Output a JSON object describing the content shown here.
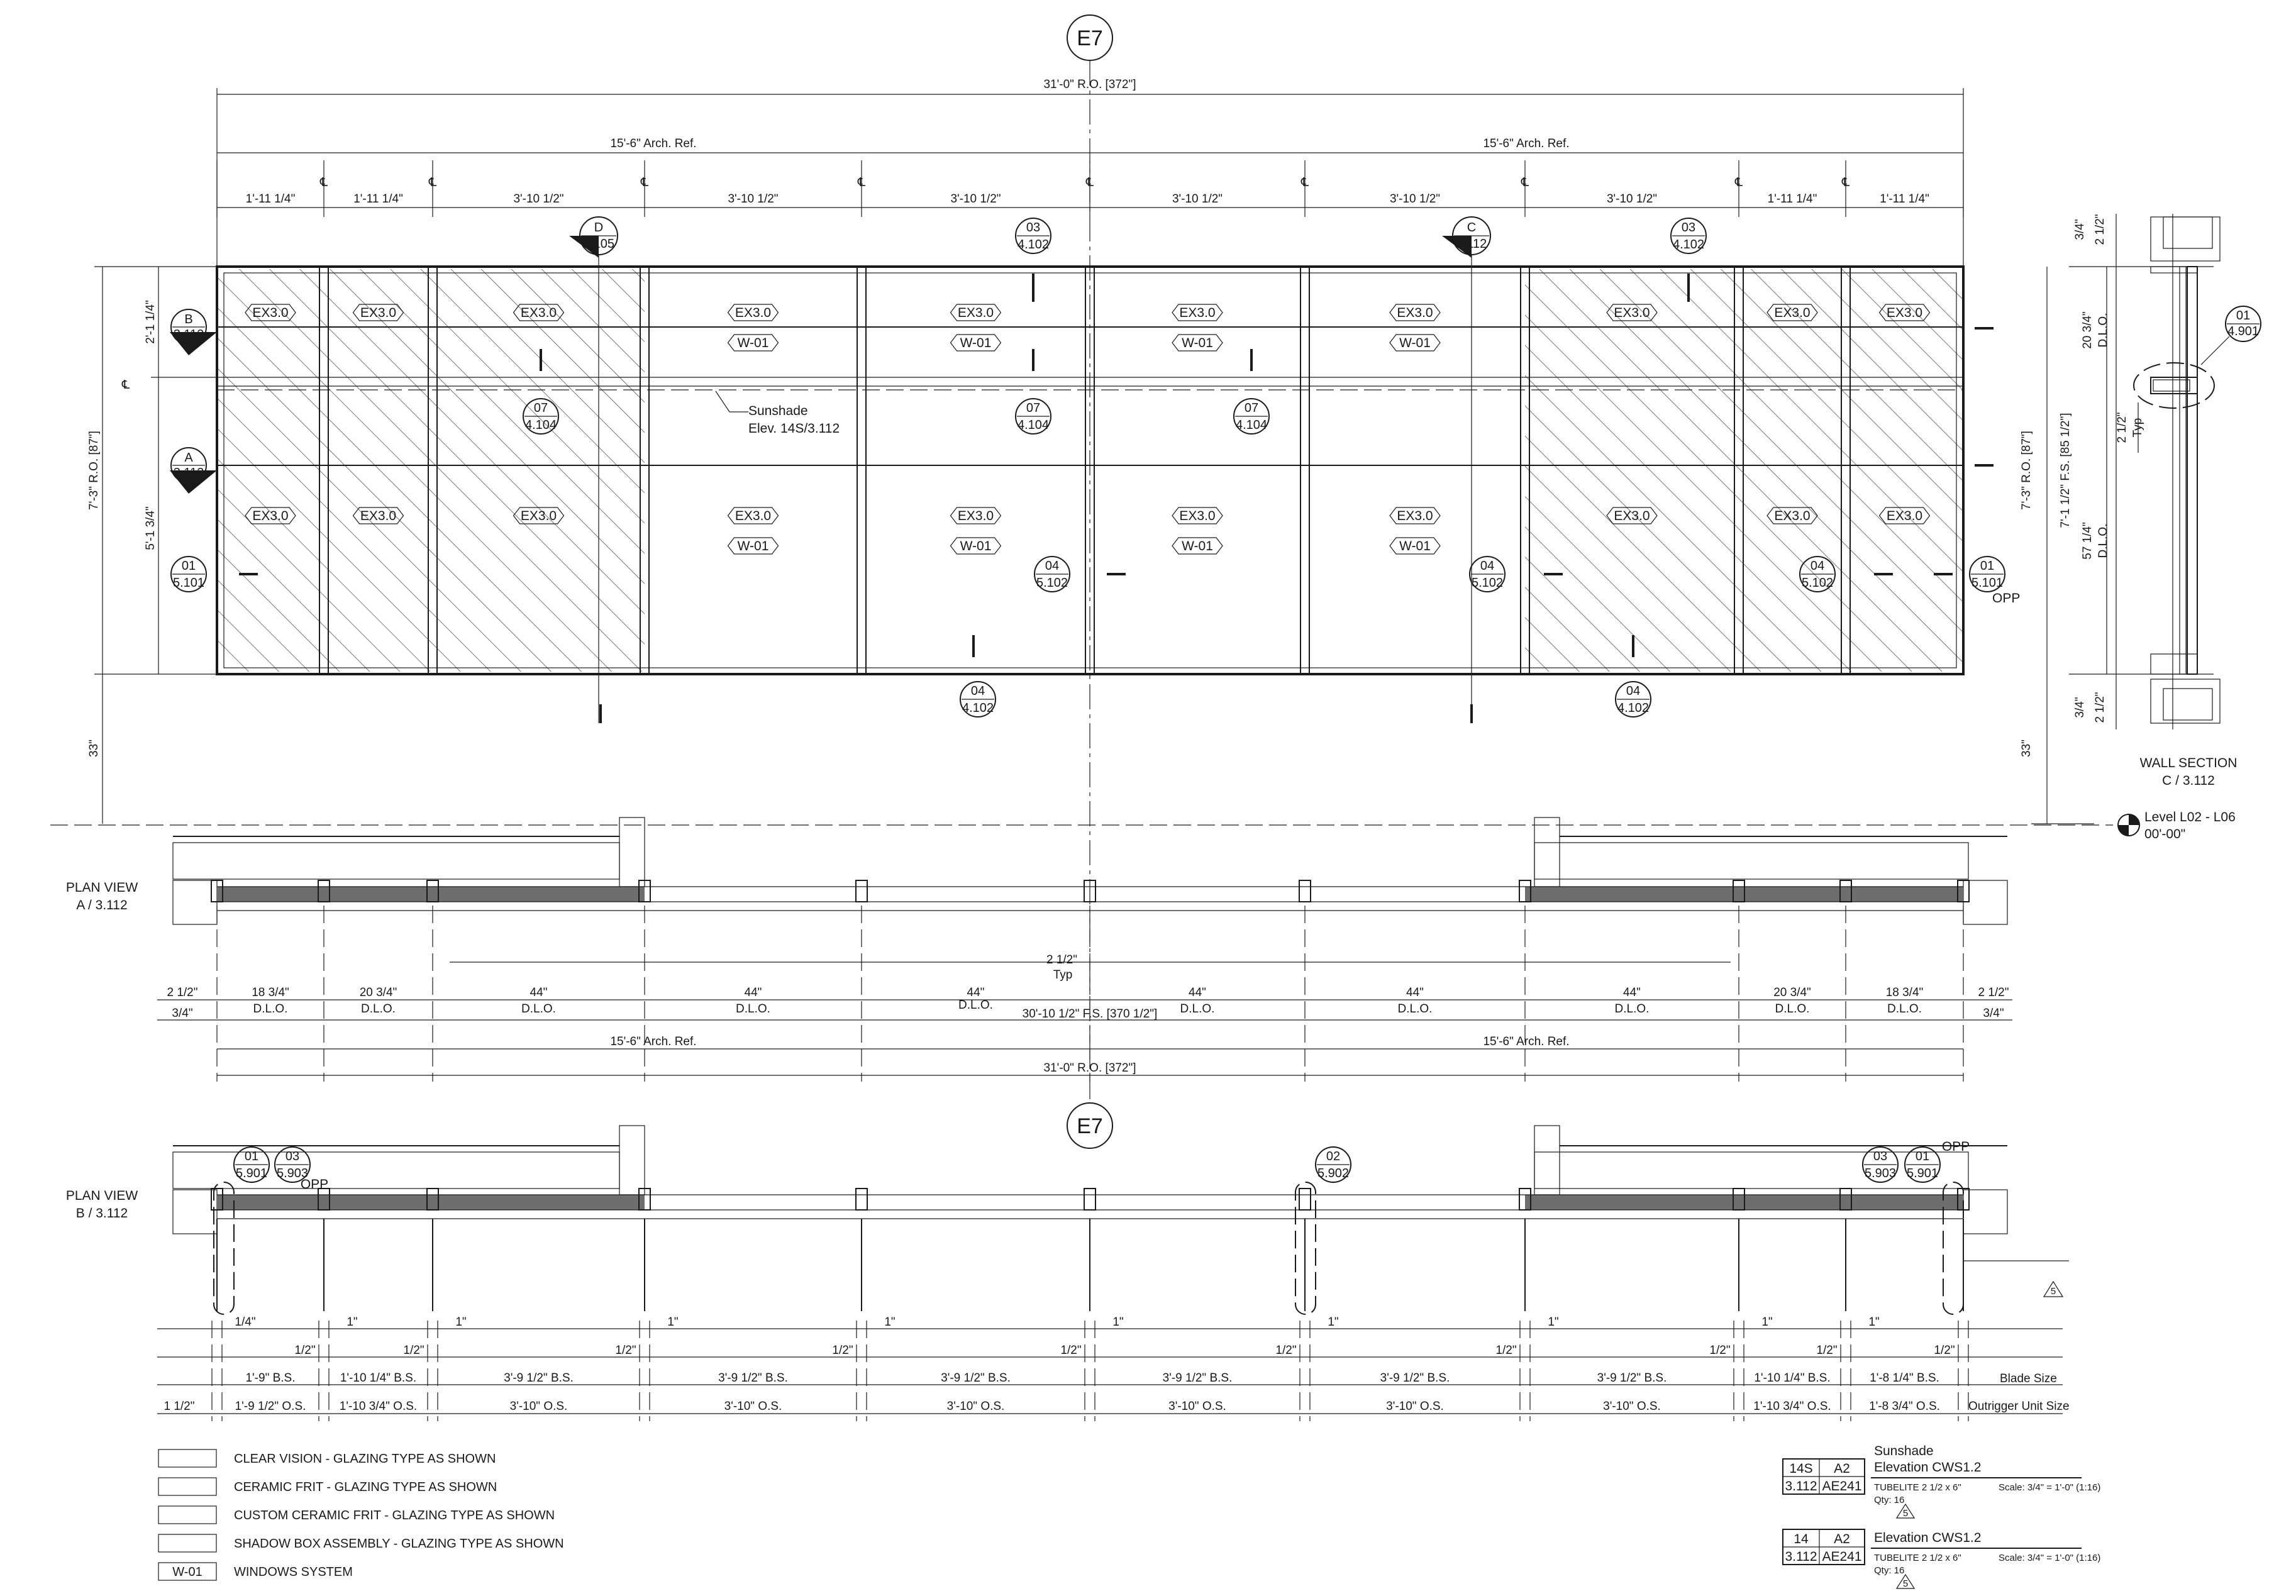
{
  "grid": {
    "label": "E7"
  },
  "elevation": {
    "overall_dim": "31'-0\" R.O. [372\"]",
    "half_dims": [
      "15'-6\" Arch. Ref.",
      "15'-6\" Arch. Ref."
    ],
    "centerline_symbol": "℄",
    "bay_dims": [
      "1'-11 1/4\"",
      "1'-11 1/4\"",
      "3'-10 1/2\"",
      "3'-10 1/2\"",
      "3'-10 1/2\"",
      "3'-10 1/2\"",
      "3'-10 1/2\"",
      "3'-10 1/2\"",
      "1'-11 1/4\"",
      "1'-11 1/4\""
    ],
    "glass_tag": "EX3.0",
    "window_tag": "W-01",
    "sunshade_note": [
      "Sunshade",
      "Elev. 14S/3.112"
    ],
    "left_dims": {
      "upper": "2'-1 1/4\"",
      "lower": "5'-1 3/4\"",
      "total": "7'-3\" R.O. [87\"]",
      "sill": "33\""
    },
    "section_cuts": [
      {
        "letter": "D",
        "ref": "3.105"
      },
      {
        "letter": "C",
        "ref": "3.112"
      },
      {
        "letter": "B",
        "ref": "3.112"
      },
      {
        "letter": "A",
        "ref": "3.112"
      }
    ],
    "details": [
      {
        "num": "03",
        "ref": "4.102"
      },
      {
        "num": "03",
        "ref": "4.102"
      },
      {
        "num": "07",
        "ref": "4.104"
      },
      {
        "num": "07",
        "ref": "4.104"
      },
      {
        "num": "07",
        "ref": "4.104"
      },
      {
        "num": "01",
        "ref": "5.101"
      },
      {
        "num": "04",
        "ref": "5.102"
      },
      {
        "num": "04",
        "ref": "5.102"
      },
      {
        "num": "04",
        "ref": "5.102"
      },
      {
        "num": "01",
        "ref": "5.101"
      },
      {
        "num": "04",
        "ref": "4.102"
      },
      {
        "num": "04",
        "ref": "4.102"
      }
    ],
    "opp": "OPP"
  },
  "wall_section": {
    "title": "WALL SECTION",
    "ref": "C / 3.112",
    "dims_right": [
      "2 1/2\"",
      "20 3/4\"",
      "D.L.O.",
      "2 1/2\"",
      "Typ",
      "57 1/4\"",
      "D.L.O.",
      "2 1/2\""
    ],
    "dims_left": [
      "3/4\"",
      "7'-1 1/2\" F.S. [85 1/2\"]",
      "7'-3\" R.O. [87\"]",
      "3/4\"",
      "33\""
    ],
    "detail": {
      "num": "01",
      "ref": "4.901"
    },
    "level": {
      "name": "Level L02 - L06",
      "elev": "00'-00\""
    }
  },
  "plan_a": {
    "title": "PLAN VIEW",
    "ref": "A / 3.112",
    "dlo_values": [
      "18 3/4\"",
      "20 3/4\"",
      "44\"",
      "44\"",
      "44\"",
      "44\"",
      "44\"",
      "44\"",
      "20 3/4\"",
      "18 3/4\""
    ],
    "dlo_label": "D.L.O.",
    "edge_dims": [
      "2 1/2\"",
      "2 1/2\"",
      "3/4\"",
      "3/4\""
    ],
    "mullion_note": [
      "2 1/2\"",
      "Typ"
    ],
    "fs_dim": "30'-10 1/2\" F.S. [370 1/2\"]",
    "half_dims": [
      "15'-6\" Arch. Ref.",
      "15'-6\" Arch. Ref."
    ],
    "overall_dim": "31'-0\" R.O. [372\"]"
  },
  "plan_b": {
    "title": "PLAN VIEW",
    "ref": "B / 3.112",
    "details": [
      {
        "num": "01",
        "ref": "5.901"
      },
      {
        "num": "03",
        "ref": "5.903"
      },
      {
        "num": "02",
        "ref": "5.902"
      },
      {
        "num": "03",
        "ref": "5.903"
      },
      {
        "num": "01",
        "ref": "5.901"
      }
    ],
    "opp": "OPP",
    "row1": [
      "1/4\"",
      "1\"",
      "1\"",
      "1\"",
      "1\"",
      "1\"",
      "1\"",
      "1\"",
      "1\"",
      "1\""
    ],
    "row2": [
      "1/2\"",
      "1/2\"",
      "1/2\"",
      "1/2\"",
      "1/2\"",
      "1/2\"",
      "1/2\"",
      "1/2\"",
      "1/2\"",
      "1/2\""
    ],
    "blade": [
      "1'-9\" B.S.",
      "1'-10 1/4\" B.S.",
      "3'-9 1/2\" B.S.",
      "3'-9 1/2\" B.S.",
      "3'-9 1/2\" B.S.",
      "3'-9 1/2\" B.S.",
      "3'-9 1/2\" B.S.",
      "3'-9 1/2\" B.S.",
      "1'-10 1/4\" B.S.",
      "1'-8 1/4\" B.S."
    ],
    "blade_label": "Blade Size",
    "outrigger": [
      "1 1/2\"",
      "1'-9 1/2\" O.S.",
      "1'-10 3/4\" O.S.",
      "3'-10\" O.S.",
      "3'-10\" O.S.",
      "3'-10\" O.S.",
      "3'-10\" O.S.",
      "3'-10\" O.S.",
      "3'-10\" O.S.",
      "1'-10 3/4\" O.S.",
      "1'-8 3/4\" O.S."
    ],
    "outrigger_label": "Outrigger Unit Size",
    "rev": "5"
  },
  "legend": [
    {
      "swatch": "clear",
      "text": "CLEAR VISION - GLAZING TYPE AS SHOWN"
    },
    {
      "swatch": "frit",
      "text": "CERAMIC FRIT - GLAZING TYPE AS SHOWN"
    },
    {
      "swatch": "custom",
      "text": "CUSTOM CERAMIC FRIT - GLAZING TYPE AS SHOWN"
    },
    {
      "swatch": "shadow",
      "text": "SHADOW BOX ASSEMBLY - GLAZING TYPE AS SHOWN"
    },
    {
      "swatch": "tag",
      "tag": "W-01",
      "text": "WINDOWS SYSTEM"
    }
  ],
  "titles": [
    {
      "num": "14S",
      "sheet_top": "A2",
      "ref": "3.112",
      "sheet": "AE241",
      "name": [
        "Sunshade",
        "Elevation CWS1.2"
      ],
      "system": "TUBELITE 2 1/2 x 6\"",
      "scale": "Scale: 3/4\" = 1'-0\" (1:16)",
      "qty": "Qty: 16",
      "rev": "5"
    },
    {
      "num": "14",
      "sheet_top": "A2",
      "ref": "3.112",
      "sheet": "AE241",
      "name": [
        "Elevation CWS1.2"
      ],
      "system": "TUBELITE 2 1/2 x 6\"",
      "scale": "Scale: 3/4\" = 1'-0\" (1:16)",
      "qty": "Qty: 16",
      "rev": "5"
    }
  ],
  "colors": {
    "line": "#1a1a1a",
    "frit": "#6e6e6e",
    "hatch": "#555555"
  }
}
